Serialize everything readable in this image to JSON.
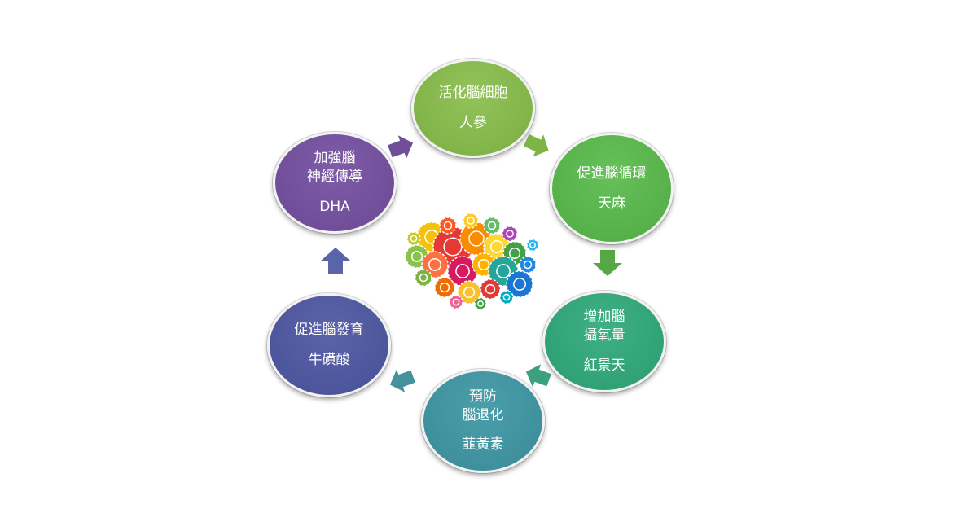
{
  "nodes": [
    {
      "id": "activate",
      "lines": [
        "活化腦細胞",
        "人參"
      ],
      "color": "#7db446"
    },
    {
      "id": "circulation",
      "lines": [
        "促進腦循環",
        "天麻"
      ],
      "color": "#55ad48"
    },
    {
      "id": "oxygen",
      "lines": [
        "增加腦",
        "攝氧量",
        "紅景天"
      ],
      "color": "#31a077"
    },
    {
      "id": "prevent",
      "lines": [
        "預防",
        "腦退化",
        "韮黃素"
      ],
      "color": "#3e8f9b"
    },
    {
      "id": "develop",
      "lines": [
        "促進腦發育",
        "牛磺酸"
      ],
      "color": "#4c549b"
    },
    {
      "id": "nerve",
      "lines": [
        "加強腦",
        "神經傳導",
        "DHA"
      ],
      "color": "#704d98"
    }
  ],
  "center_image": "colorful-gear-brain"
}
